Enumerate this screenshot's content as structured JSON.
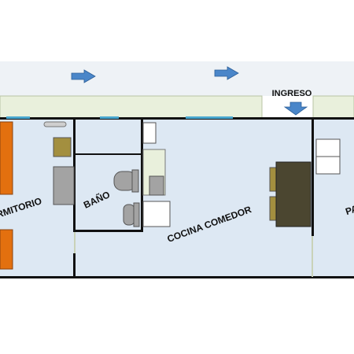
{
  "floor_plan": {
    "labels": {
      "entrance": "INGRESO",
      "bedroom": "DORMITORIO",
      "bathroom": "BAÑO",
      "kitchen_dining": "COCINA COMEDOR",
      "partial_room": "PA"
    },
    "colors": {
      "background": "#ffffff",
      "corridor": "#eef2f6",
      "terrace": "#e9f0dc",
      "room_floor": "#dde8f3",
      "wall": "#111111",
      "window": "#49a7cf",
      "arrow": "#4a86c9",
      "bed": "#e3700f",
      "table": "#4b4630",
      "furniture_gray": "#a3a3a3",
      "furniture_olive": "#a38f3f",
      "fixture_white": "#ffffff"
    },
    "icons": [
      "arrow-right-icon",
      "arrow-down-icon"
    ]
  }
}
